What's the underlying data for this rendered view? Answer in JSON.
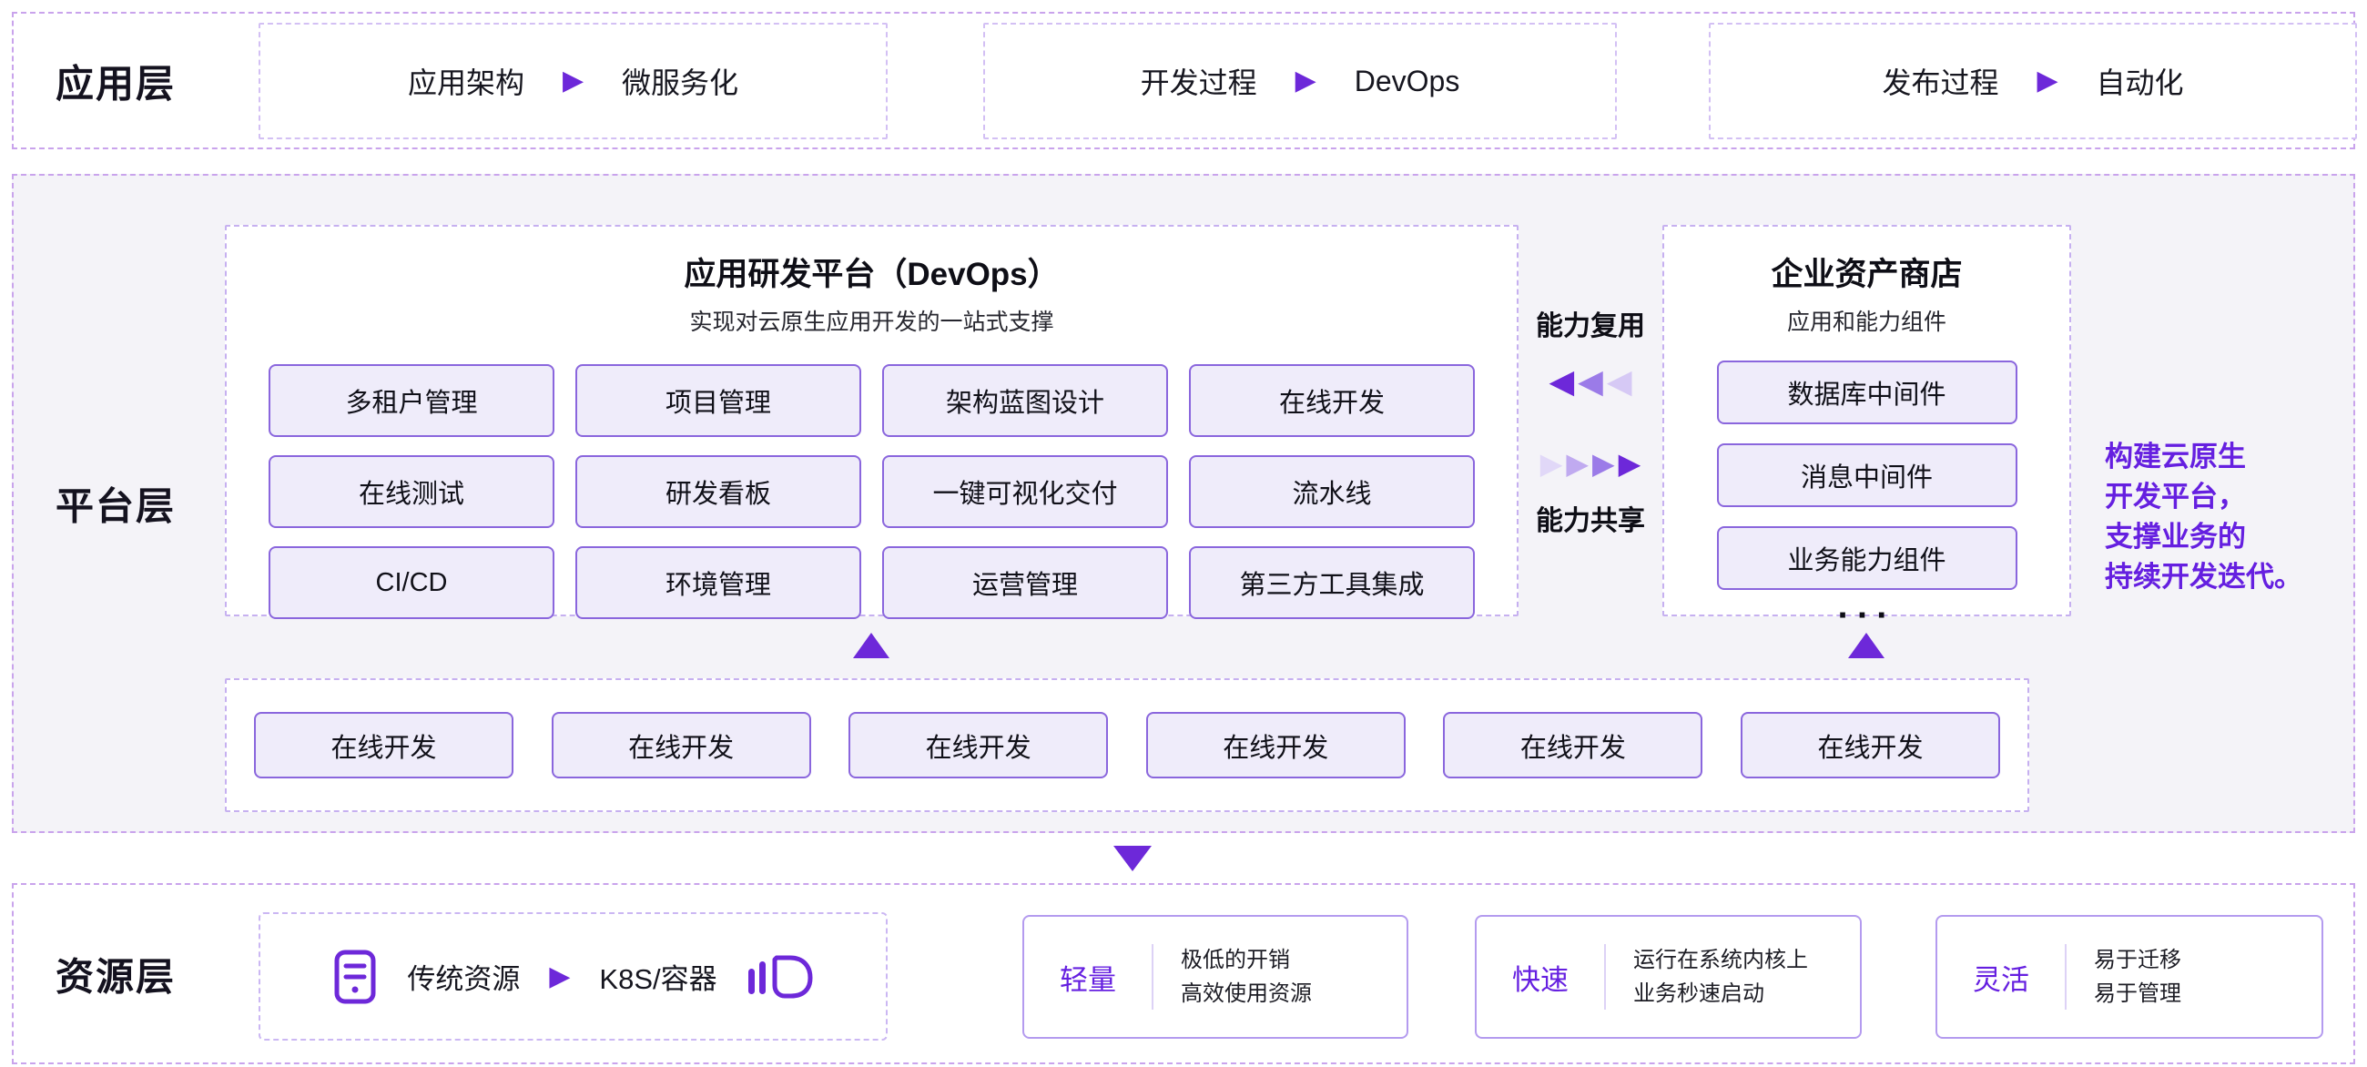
{
  "colors": {
    "accent": "#6D28D9",
    "accent_text": "#651FE0",
    "pill_bg": "#EFECFA",
    "pill_border": "#8A66DD",
    "outer_dashed_border": "#C9A3EC",
    "platform_bg": "#F4F3F8"
  },
  "glyphs": {
    "play": "▶"
  },
  "app_layer": {
    "label": "应用层",
    "flows": [
      {
        "from": "应用架构",
        "to": "微服务化"
      },
      {
        "from": "开发过程",
        "to": "DevOps"
      },
      {
        "from": "发布过程",
        "to": "自动化"
      }
    ]
  },
  "platform_layer": {
    "label": "平台层",
    "devops": {
      "title": "应用研发平台（DevOps）",
      "subtitle": "实现对云原生应用开发的一站式支撑",
      "items": [
        "多租户管理",
        "项目管理",
        "架构蓝图设计",
        "在线开发",
        "在线测试",
        "研发看板",
        "一键可视化交付",
        "流水线",
        "CI/CD",
        "环境管理",
        "运营管理",
        "第三方工具集成"
      ]
    },
    "capability": {
      "reuse": "能力复用",
      "share": "能力共享",
      "arrows_left": [
        "◀",
        "◀",
        "◀"
      ],
      "arrows_right": [
        "▶",
        "▶",
        "▶",
        "▶"
      ]
    },
    "asset_store": {
      "title": "企业资产商店",
      "subtitle": "应用和能力组件",
      "items": [
        "数据库中间件",
        "消息中间件",
        "业务能力组件"
      ],
      "more": "···"
    },
    "side_note": "构建云原生\n开发平台，\n支撑业务的\n持续开发迭代。",
    "base_items": [
      "在线开发",
      "在线开发",
      "在线开发",
      "在线开发",
      "在线开发",
      "在线开发"
    ]
  },
  "resource_layer": {
    "label": "资源层",
    "flow": {
      "from": "传统资源",
      "to": "K8S/容器"
    },
    "features": [
      {
        "title": "轻量",
        "lines": [
          "极低的开销",
          "高效使用资源"
        ]
      },
      {
        "title": "快速",
        "lines": [
          "运行在系统内核上",
          "业务秒速启动"
        ]
      },
      {
        "title": "灵活",
        "lines": [
          "易于迁移",
          "易于管理"
        ]
      }
    ]
  }
}
